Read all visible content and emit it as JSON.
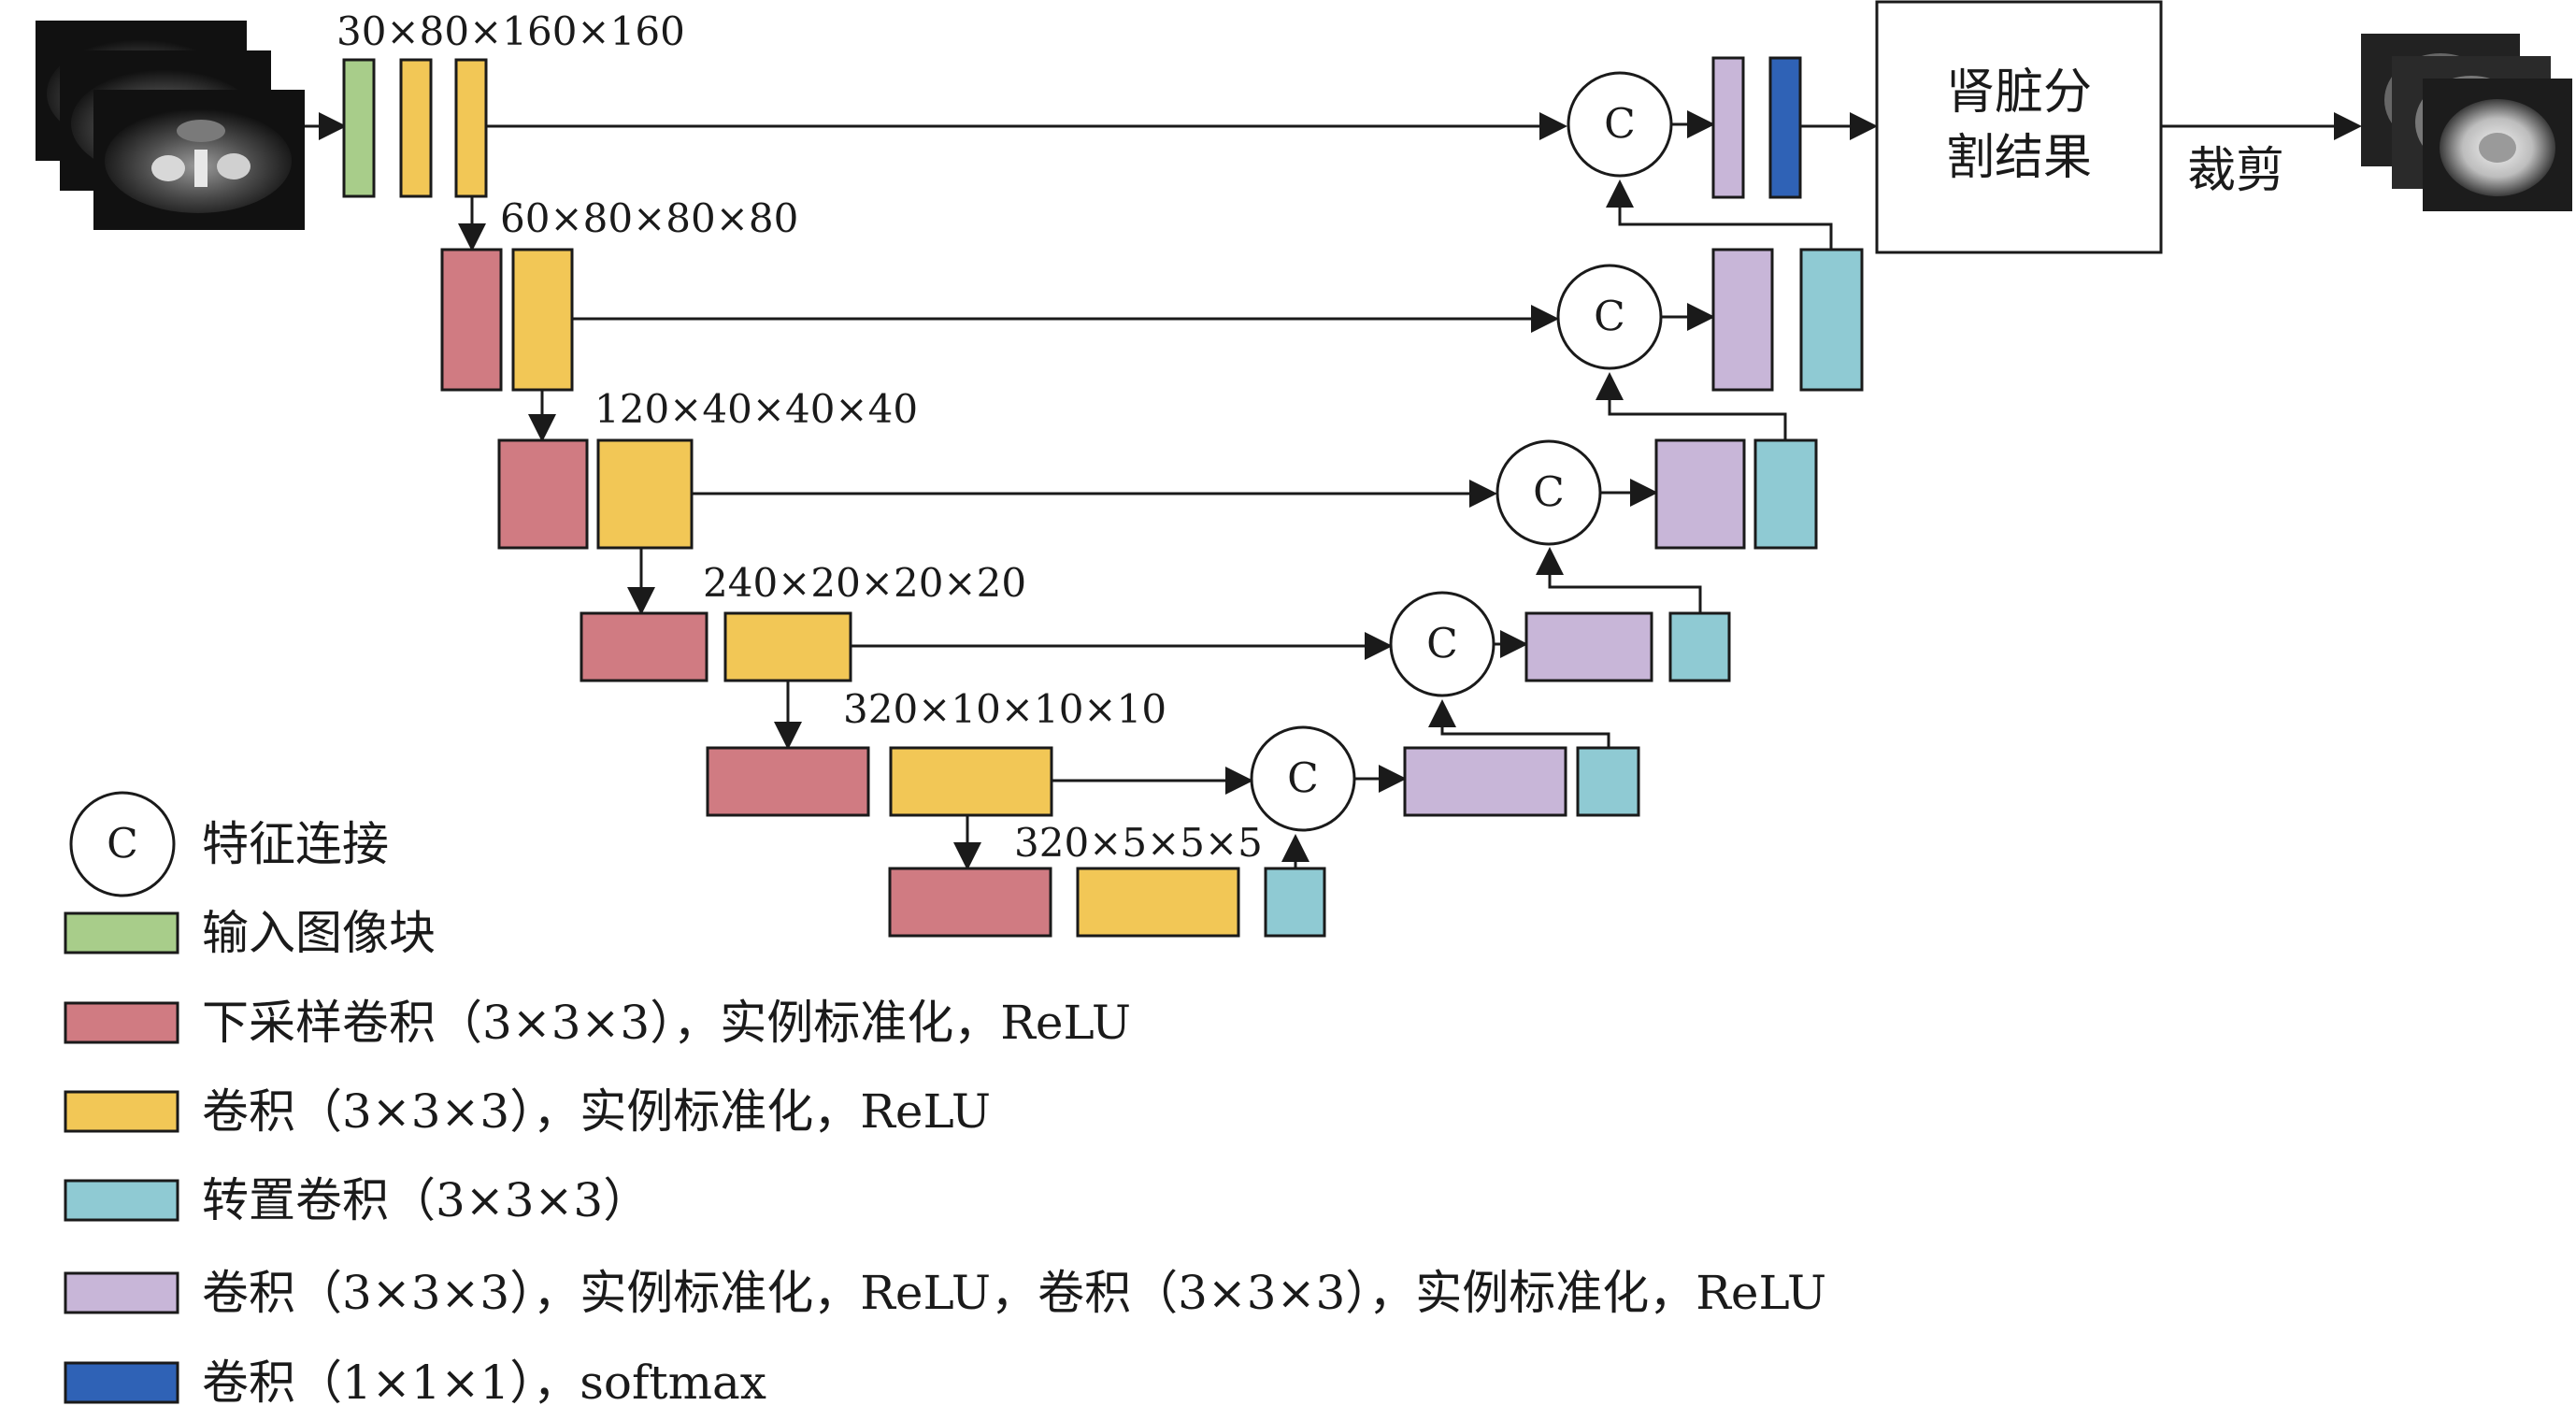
{
  "colors": {
    "input": "#a8cd8a",
    "downsample": "#d07b82",
    "conv": "#f2c756",
    "transpose": "#8fcad3",
    "double_conv": "#c8b6d8",
    "output_conv": "#2f62b6",
    "stroke": "#1a1a1a"
  },
  "dims": {
    "l1": "30×80×160×160",
    "l2": "60×80×80×80",
    "l3": "120×40×40×40",
    "l4": "240×20×20×20",
    "l5": "320×10×10×10",
    "l6": "320×5×5×5"
  },
  "concat_symbol": "C",
  "output_box": {
    "line1": "肾脏分",
    "line2": "割结果"
  },
  "crop_label": "裁剪",
  "legend": [
    {
      "key": "concat",
      "label": "特征连接"
    },
    {
      "key": "input",
      "label": "输入图像块"
    },
    {
      "key": "downsample",
      "label": "下采样卷积（3×3×3），实例标准化，ReLU"
    },
    {
      "key": "conv",
      "label": "卷积（3×3×3），实例标准化，ReLU"
    },
    {
      "key": "transpose",
      "label": "转置卷积（3×3×3）"
    },
    {
      "key": "double_conv",
      "label": "卷积（3×3×3），实例标准化，ReLU，卷积（3×3×3），实例标准化，ReLU"
    },
    {
      "key": "output_conv",
      "label": "卷积（1×1×1），softmax"
    }
  ],
  "images": {
    "input": "ct-input-slices",
    "output": "cropped-kidney-slices"
  }
}
